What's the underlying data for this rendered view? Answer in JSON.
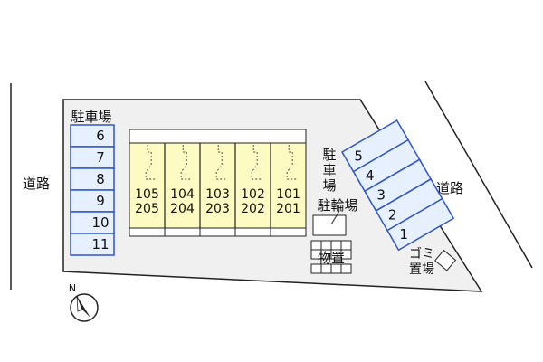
{
  "colors": {
    "lot_fill": "#f0f0f0",
    "building_fill": "#fdfac2",
    "parking_fill": "#e6f0ff",
    "parking_stroke": "#2f55c8",
    "line": "#222222"
  },
  "roads": {
    "left_label": "道路",
    "right_label": "道路"
  },
  "left_parking": {
    "label": "駐車場",
    "spaces": [
      "6",
      "7",
      "8",
      "9",
      "10",
      "11"
    ]
  },
  "right_parking": {
    "label_chars": [
      "駐",
      "車",
      "場"
    ],
    "spaces": [
      "5",
      "4",
      "3",
      "2",
      "1"
    ]
  },
  "building": {
    "units": [
      {
        "top": "105",
        "bottom": "205"
      },
      {
        "top": "104",
        "bottom": "204"
      },
      {
        "top": "103",
        "bottom": "203"
      },
      {
        "top": "102",
        "bottom": "202"
      },
      {
        "top": "101",
        "bottom": "201"
      }
    ]
  },
  "bicycle_parking": {
    "label": "駐輪場"
  },
  "storage": {
    "label": "物置"
  },
  "garbage": {
    "label_line1": "ゴミ",
    "label_line2": "置場"
  },
  "compass": {
    "letter": "N"
  }
}
